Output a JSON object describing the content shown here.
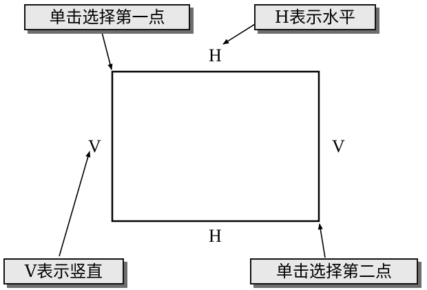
{
  "callouts": {
    "first_point": "单击选择第一点",
    "horizontal": "H表示水平",
    "vertical": "V表示竖直",
    "second_point": "单击选择第二点"
  },
  "marks": {
    "top": "H",
    "bottom": "H",
    "left": "V",
    "right": "V"
  },
  "colors": {
    "line": "#000000",
    "callout_fill": "#e8e8e8",
    "callout_shadow": "#6e6e6e"
  }
}
